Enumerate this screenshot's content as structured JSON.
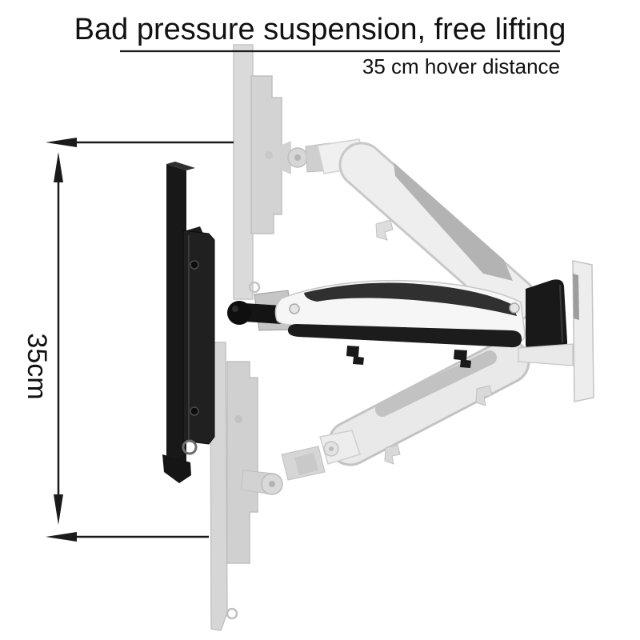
{
  "title": "Bad pressure suspension, free lifting",
  "subtitle": "35 cm hover distance",
  "measurement": {
    "label": "35cm"
  },
  "colors": {
    "text": "#111111",
    "line": "#1a1a1a",
    "ghost-fill": "#e9e9e9",
    "ghost-stroke": "#c6c6c6",
    "ghost-inset": "#b3b3b3",
    "arm-white": "#f6f6f6",
    "arm-dark": "#303030",
    "black-part": "#191919",
    "wall-plate": "#ededed"
  }
}
